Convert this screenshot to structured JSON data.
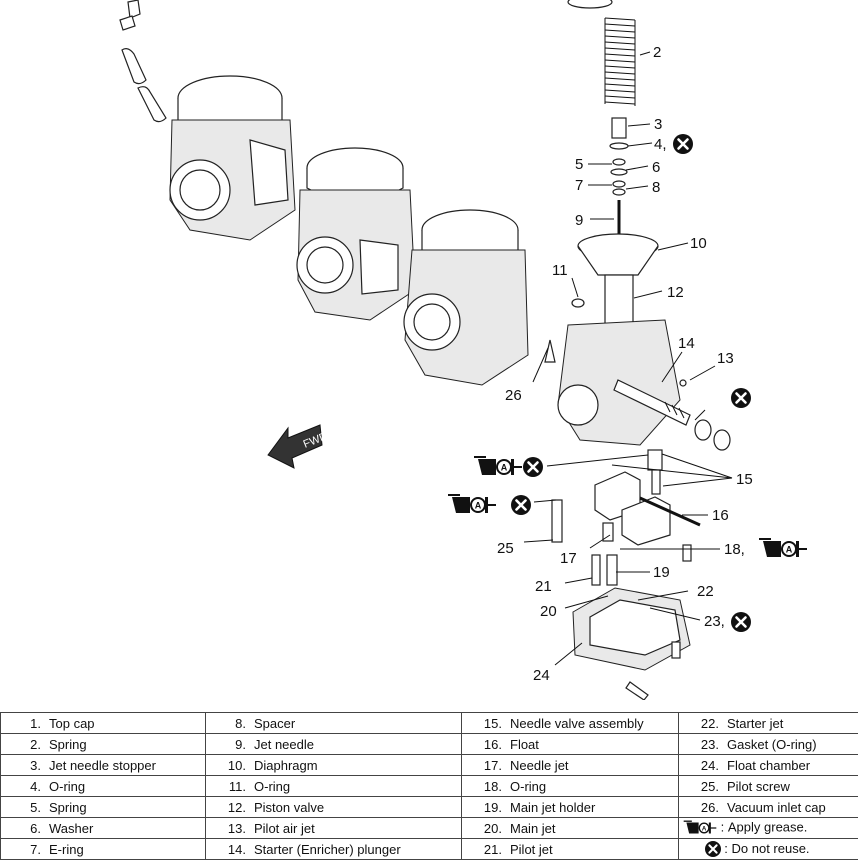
{
  "callouts": [
    "2",
    "3",
    "4,",
    "5",
    "6",
    "7",
    "8",
    "9",
    "10",
    "11",
    "12",
    "13",
    "14",
    "15",
    "16",
    "17",
    "18,",
    "19",
    "20",
    "21",
    "22",
    "23,",
    "24",
    "25",
    "26"
  ],
  "fwd_label": "FWD",
  "legend": {
    "col1": [
      {
        "num": "1.",
        "label": "Top cap"
      },
      {
        "num": "2.",
        "label": "Spring"
      },
      {
        "num": "3.",
        "label": "Jet needle stopper"
      },
      {
        "num": "4.",
        "label": "O-ring"
      },
      {
        "num": "5.",
        "label": "Spring"
      },
      {
        "num": "6.",
        "label": "Washer"
      },
      {
        "num": "7.",
        "label": "E-ring"
      }
    ],
    "col2": [
      {
        "num": "8.",
        "label": "Spacer"
      },
      {
        "num": "9.",
        "label": "Jet needle"
      },
      {
        "num": "10.",
        "label": "Diaphragm"
      },
      {
        "num": "11.",
        "label": "O-ring"
      },
      {
        "num": "12.",
        "label": "Piston valve"
      },
      {
        "num": "13.",
        "label": "Pilot air jet"
      },
      {
        "num": "14.",
        "label": "Starter (Enricher) plunger"
      }
    ],
    "col3": [
      {
        "num": "15.",
        "label": "Needle valve assembly"
      },
      {
        "num": "16.",
        "label": "Float"
      },
      {
        "num": "17.",
        "label": "Needle jet"
      },
      {
        "num": "18.",
        "label": "O-ring"
      },
      {
        "num": "19.",
        "label": "Main jet holder"
      },
      {
        "num": "20.",
        "label": "Main jet"
      },
      {
        "num": "21.",
        "label": "Pilot jet"
      }
    ],
    "col4": [
      {
        "num": "22.",
        "label": "Starter jet"
      },
      {
        "num": "23.",
        "label": "Gasket (O-ring)"
      },
      {
        "num": "24.",
        "label": "Float chamber"
      },
      {
        "num": "25.",
        "label": "Pilot screw"
      },
      {
        "num": "26.",
        "label": "Vacuum inlet cap"
      },
      {
        "num": ":",
        "label": "Apply grease.",
        "icon": "grease-icon"
      },
      {
        "num": ":",
        "label": "Do not reuse.",
        "icon": "do-not-reuse-icon"
      }
    ]
  }
}
